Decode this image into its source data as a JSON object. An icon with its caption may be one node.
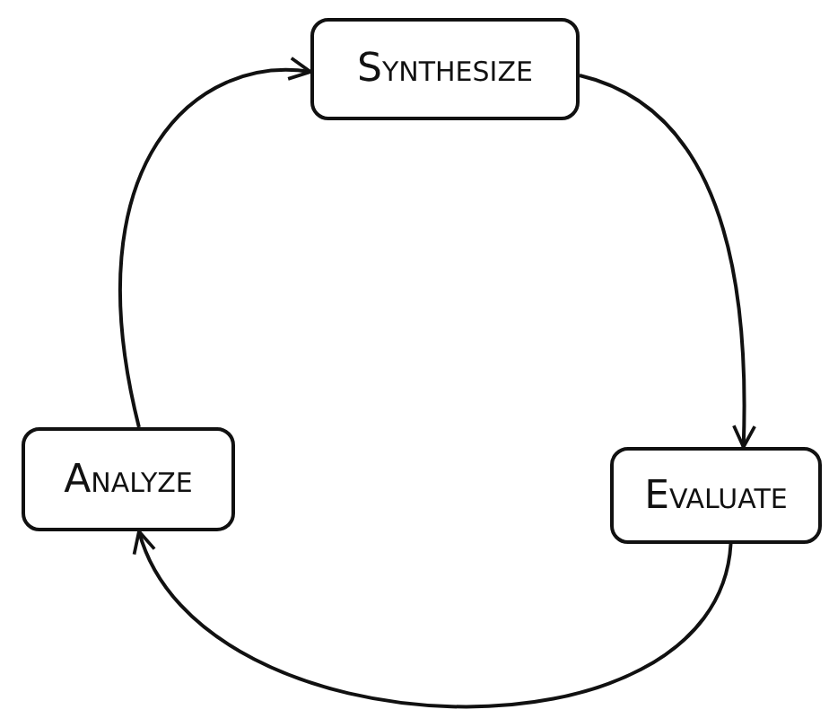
{
  "diagram": {
    "nodes": [
      {
        "text": [
          "Synthesize"
        ]
      },
      {
        "text": [
          "Evaluate"
        ]
      },
      {
        "text": [
          "Analyze"
        ]
      }
    ],
    "edges": [
      {
        "from": 2,
        "to": 0,
        "arrow": "to"
      },
      {
        "from": 0,
        "to": 1,
        "arrow": "to"
      },
      {
        "from": 1,
        "to": 2,
        "arrow": "to"
      }
    ]
  }
}
